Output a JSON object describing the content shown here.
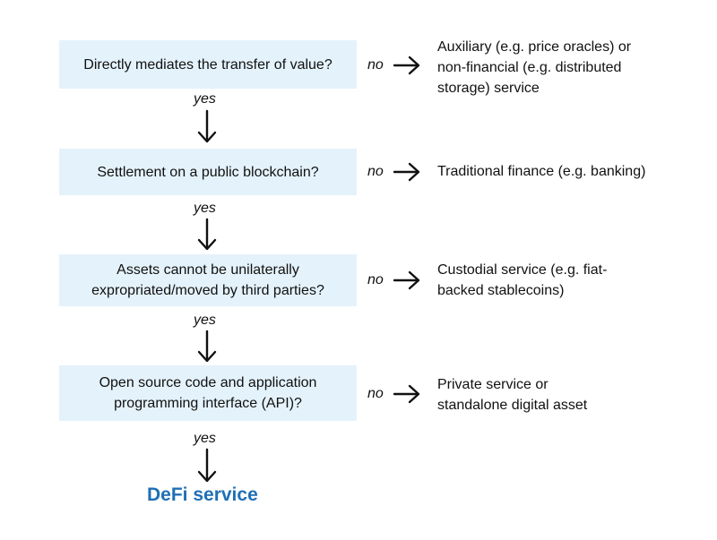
{
  "questions": [
    {
      "lines": [
        "Directly mediates the transfer of value?"
      ],
      "no_label": "no",
      "yes_label": "yes",
      "outcome": [
        "Auxiliary (e.g. price oracles) or",
        "non-financial (e.g. distributed",
        "storage) service"
      ]
    },
    {
      "lines": [
        "Settlement on a public blockchain?"
      ],
      "no_label": "no",
      "yes_label": "yes",
      "outcome": [
        "Traditional finance (e.g. banking)"
      ]
    },
    {
      "lines": [
        "Assets cannot be unilaterally",
        "expropriated/moved by third parties?"
      ],
      "no_label": "no",
      "yes_label": "yes",
      "outcome": [
        "Custodial service (e.g. fiat-",
        "backed stablecoins)"
      ]
    },
    {
      "lines": [
        "Open source code and application",
        "programming interface (API)?"
      ],
      "no_label": "no",
      "yes_label": "yes",
      "outcome": [
        "Private service or",
        "standalone digital asset"
      ]
    }
  ],
  "result": "DeFi service",
  "colors": {
    "box_fill": "#e4f2fb",
    "result_text": "#1f6fb5",
    "arrow": "#111111"
  }
}
